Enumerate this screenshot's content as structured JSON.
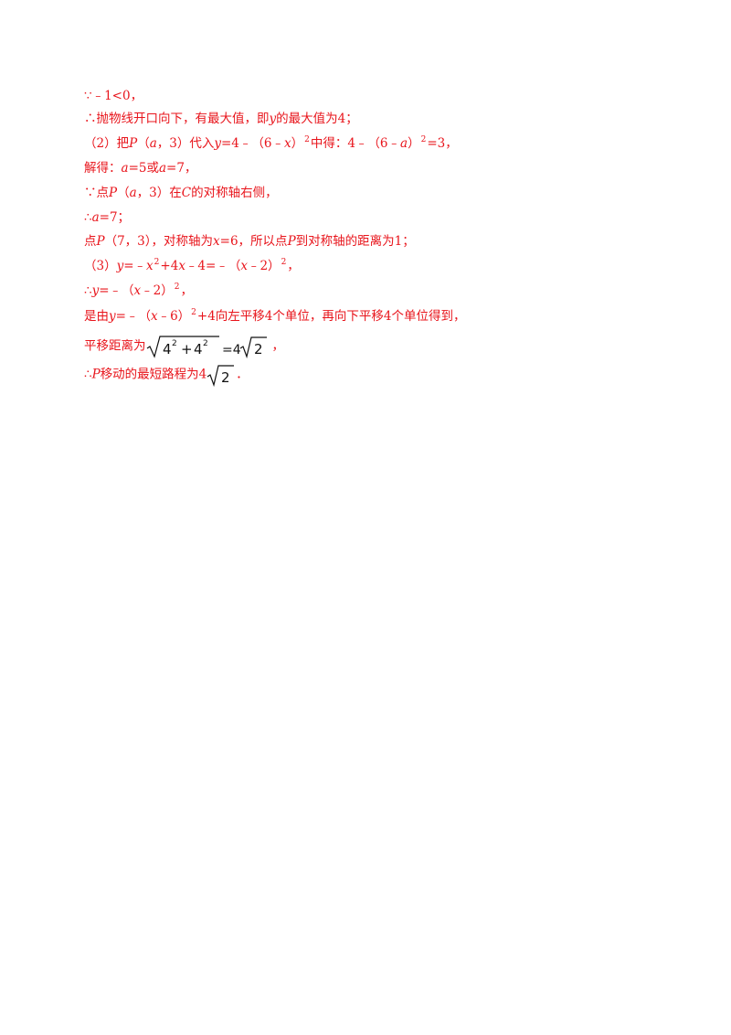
{
  "lines": {
    "l1": "∵﹣1<0，",
    "l2": "∴抛物线开口向下，有最大值，即y的最大值为4；",
    "l3": "（2）把P（a，3）代入y=4﹣（6﹣x）²中得：4﹣（6﹣a）²=3，",
    "l4": "解得：a=5或a=7，",
    "l5": "∵点P（a，3）在C的对称轴右侧，",
    "l6": "∴a=7；",
    "l7": "点P（7，3），对称轴为x=6，所以点P到对称轴的距离为1；",
    "l8": "（3）y=﹣x²+4x﹣4=﹣（x﹣2）²，",
    "l9": "∴y=﹣（x﹣2）²，",
    "l10": "是由y=﹣（x﹣6）²+4向左平移4个单位，再向下平移4个单位得到，"
  },
  "l11": {
    "prefix": "平移距离为",
    "radicand": "4²+4²",
    "eq": "=4",
    "root": "2",
    "suffix": "，"
  },
  "l12": {
    "prefix": "∴P移动的最短路程为4",
    "root": "2",
    "suffix": "．"
  },
  "colors": {
    "text": "#e8141b",
    "formula": "#111111"
  }
}
